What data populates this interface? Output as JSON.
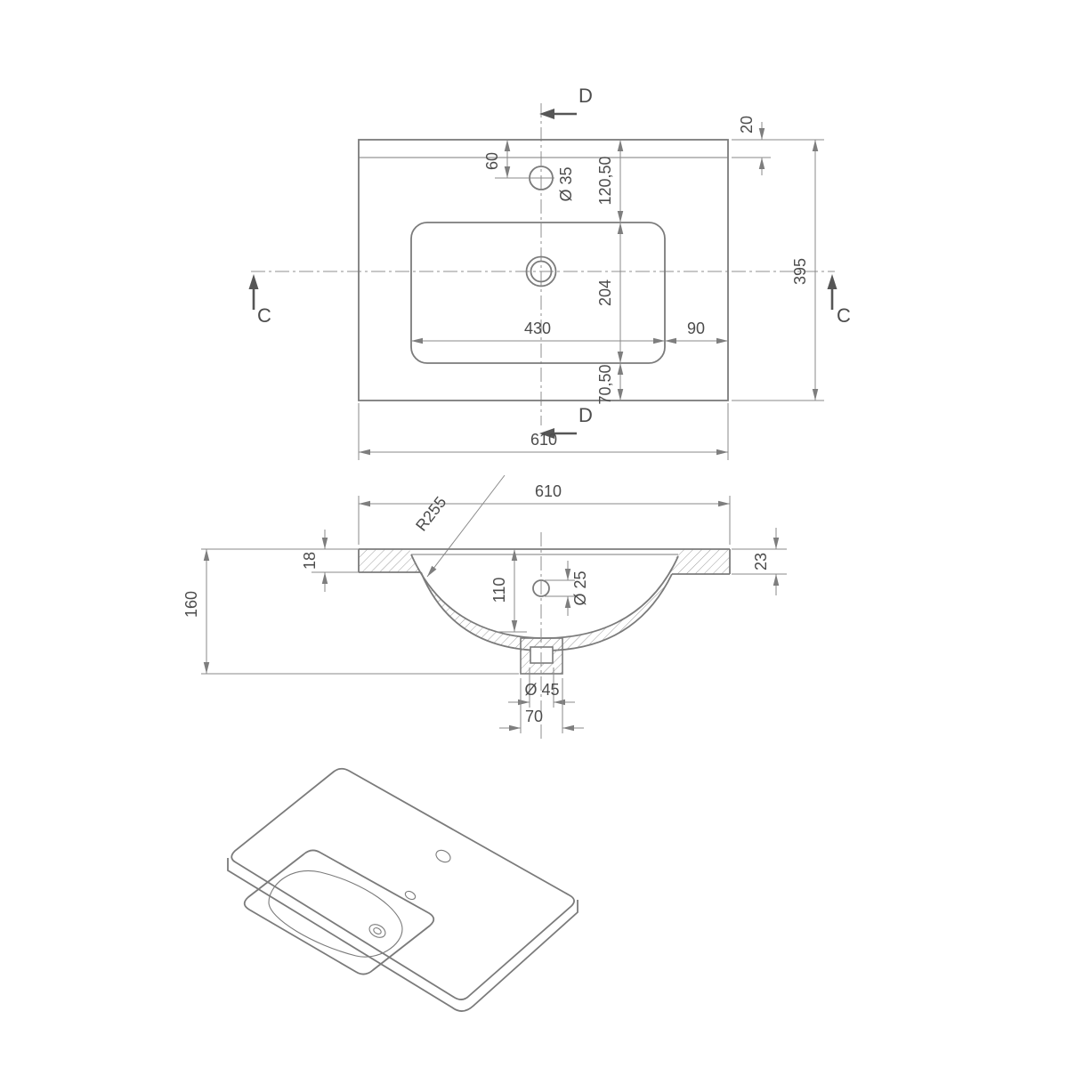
{
  "colors": {
    "object_line": "#7b7b7b",
    "dimension_line": "#8a8a8a",
    "text": "#4c4c4c",
    "section_marker": "#565656",
    "background": "#ffffff"
  },
  "top_view": {
    "section_d": "D",
    "section_c": "C",
    "dims": {
      "rim_depth": "20",
      "faucet_offset": "60",
      "faucet_hole_dia": "Ø 35",
      "back_to_bowl": "120,50",
      "bowl_depth": "204",
      "bowl_to_front": "70,50",
      "overall_depth": "395",
      "bowl_width": "430",
      "bowl_to_side": "90",
      "overall_width": "610"
    }
  },
  "section_view": {
    "dims": {
      "overall_width": "610",
      "bowl_radius": "R255",
      "rim_left_thickness": "18",
      "rim_right_thickness": "23",
      "overall_height": "160",
      "bowl_inner_depth": "110",
      "overflow_dia": "Ø 25",
      "drain_dia": "Ø 45",
      "drain_width": "70"
    }
  }
}
